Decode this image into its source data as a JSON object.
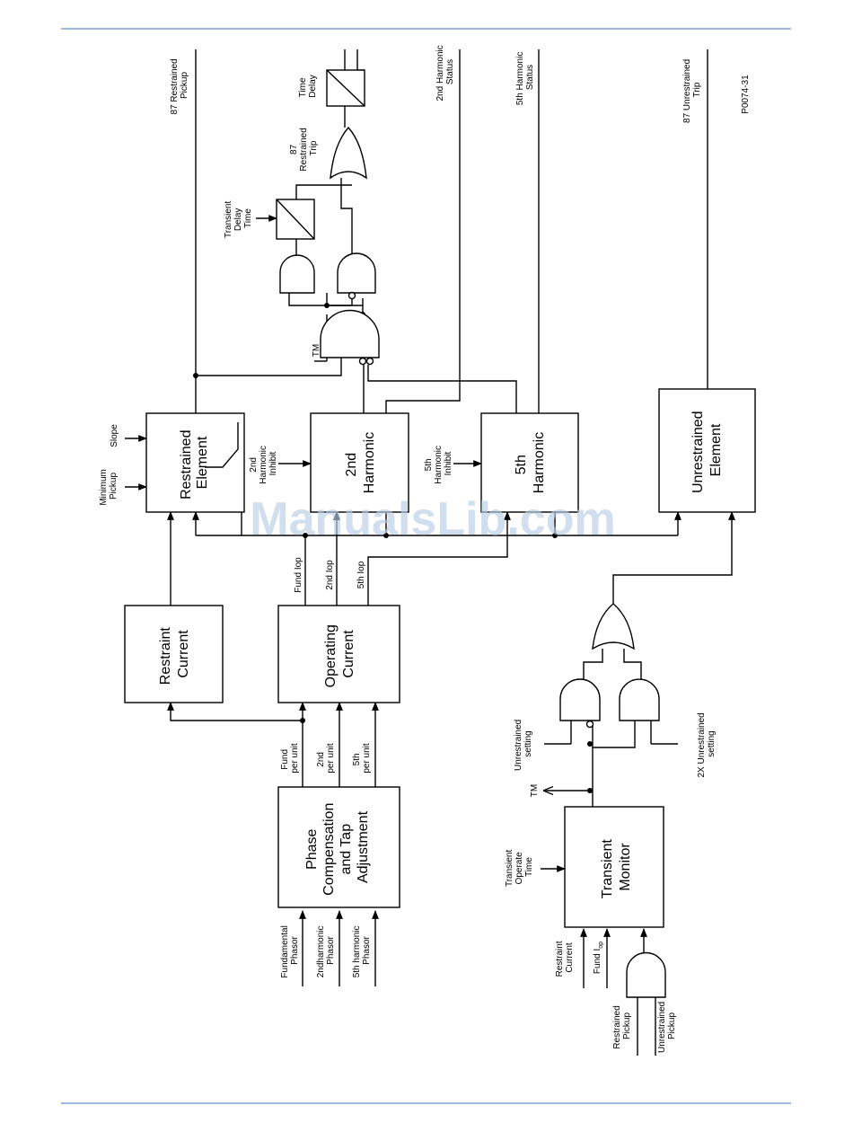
{
  "figure_id": "P0074-31",
  "watermark": "ManualsLib.com",
  "colors": {
    "rule": "#9fb8dd",
    "watermark": "#b9cde6"
  },
  "blocks": {
    "restrained_element": [
      "Restrained",
      "Element"
    ],
    "second_harmonic": [
      "2nd",
      "Harmonic"
    ],
    "fifth_harmonic": [
      "5th",
      "Harmonic"
    ],
    "unrestrained_element": [
      "Unrestrained",
      "Element"
    ],
    "restraint_current": [
      "Restraint",
      "Current"
    ],
    "operating_current": [
      "Operating",
      "Current"
    ],
    "phase_compensation": [
      "Phase",
      "Compensation",
      "and Tap",
      "Adjustment"
    ],
    "transient_monitor": [
      "Transient",
      "Monitor"
    ],
    "time_delay": [
      "Time",
      "Delay"
    ],
    "transient_delay_time": [
      "Transient",
      "Delay",
      "Time"
    ]
  },
  "inputs": {
    "slope": "Slope",
    "minimum_pickup": [
      "Minimum",
      "Pickup"
    ],
    "second_harmonic_inhibit": [
      "2nd",
      "Harmonic",
      "Inhibit"
    ],
    "fifth_harmonic_inhibit": [
      "5th",
      "Harmonic",
      "Inhibit"
    ],
    "fundamental_phasor": [
      "Fundamental",
      "Phasor"
    ],
    "second_harmonic_phasor": [
      "2ndharmonic",
      "Phasor"
    ],
    "fifth_harmonic_phasor": [
      "5th harmonic",
      "Phasor"
    ],
    "transient_operate_time": [
      "Transient",
      "Operate",
      "Time"
    ],
    "restraint_current_in": [
      "Restraint",
      "Current"
    ],
    "fund_iop": "Fund I",
    "fund_iop_sub": "op",
    "restrained_pickup": [
      "Restrained",
      "Pickup"
    ],
    "unrestrained_pickup": [
      "Unrestrained",
      "Pickup"
    ],
    "unrestrained_setting": [
      "Unrestrained",
      "setting"
    ],
    "twox_unrestrained_setting": [
      "2X Unrestrained",
      "setting"
    ]
  },
  "signals": {
    "fund_per_unit": [
      "Fund",
      "per unit"
    ],
    "second_per_unit": [
      "2nd",
      "per unit"
    ],
    "fifth_per_unit": [
      "5th",
      "per unit"
    ],
    "fund_iop": "Fund Iop",
    "second_iop": "2nd Iop",
    "fifth_iop": "5th Iop",
    "tm_top": "TM",
    "tm_bottom": "TM"
  },
  "outputs": {
    "restrained_pickup_87": [
      "87  Restrained",
      "Pickup"
    ],
    "restrained_trip_87": [
      "87",
      "Restrained",
      "Trip"
    ],
    "second_harmonic_status": [
      "2nd Harmonic",
      "Status"
    ],
    "fifth_harmonic_status": [
      "5th Harmonic",
      "Status"
    ],
    "unrestrained_trip_87": [
      "87 Unrestrained",
      "Trip"
    ]
  }
}
